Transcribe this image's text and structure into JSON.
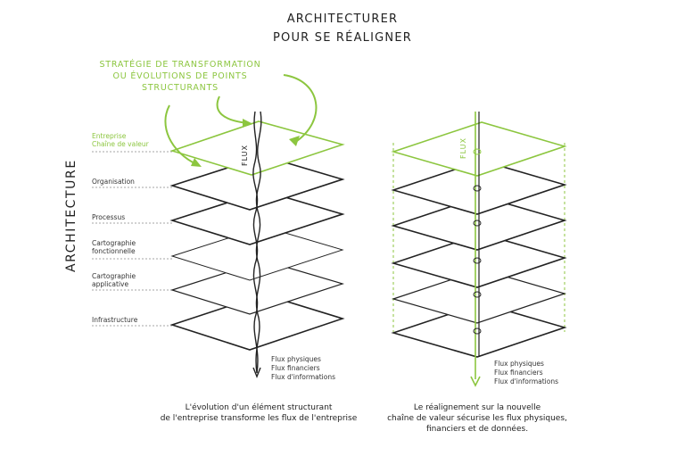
{
  "title": {
    "line1": "ARCHITECTURER",
    "line2": "POUR SE RÉALIGNER"
  },
  "strategy_caption": {
    "line1": "STRATÉGIE DE TRANSFORMATION",
    "line2": "OU ÉVOLUTIONS DE POINTS",
    "line3": "STRUCTURANTS"
  },
  "side_label": "ARCHITECTURE",
  "layers": {
    "entreprise": {
      "line1": "Entreprise",
      "line2": "Chaîne de valeur"
    },
    "organisation": "Organisation",
    "processus": "Processus",
    "cartographie_fonctionnelle": {
      "line1": "Cartographie",
      "line2": "fonctionnelle"
    },
    "cartographie_applicative": {
      "line1": "Cartographie",
      "line2": "applicative"
    },
    "infrastructure": "Infrastructure"
  },
  "flux_label": "FLUX",
  "flows": [
    "Flux physiques",
    "Flux financiers",
    "Flux d'informations"
  ],
  "captions": {
    "left": {
      "line1": "L'évolution d'un élément structurant",
      "line2": "de l'entreprise transforme les flux de l'entreprise"
    },
    "right": {
      "line1": "Le réalignement sur la nouvelle",
      "line2": "chaîne de valeur sécurise les flux physiques,",
      "line3": "financiers et de données."
    }
  },
  "colors": {
    "accent": "#8cc63f",
    "ink": "#222222",
    "dash": "#888888"
  }
}
